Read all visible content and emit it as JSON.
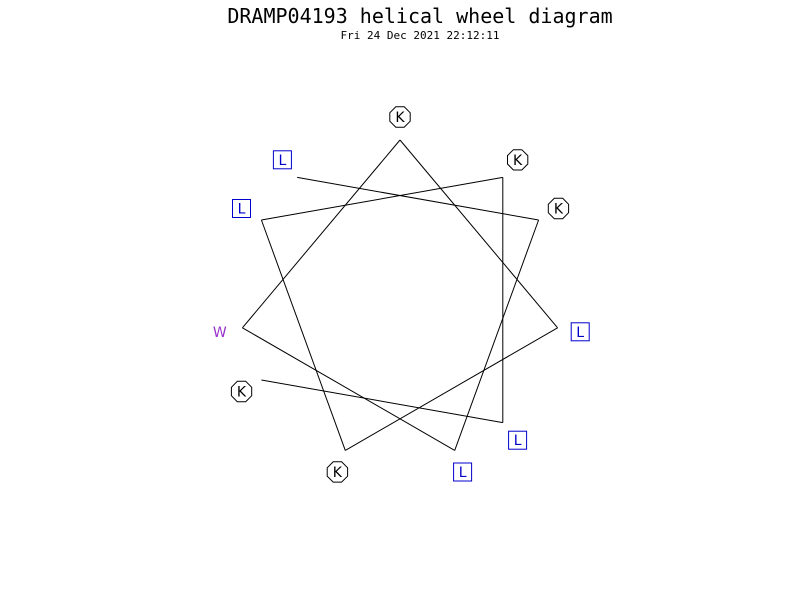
{
  "title": "DRAMP04193 helical wheel diagram",
  "timestamp": "Fri 24 Dec 2021 22:12:11",
  "colors": {
    "line": "#000000",
    "hydrophobic": "#0000cc",
    "charged": "#000000",
    "aromatic": "#9933cc"
  },
  "residues": [
    {
      "letter": "K",
      "shape": "octagon",
      "color": "#000000"
    },
    {
      "letter": "L",
      "shape": "square",
      "color": "#0000cc"
    },
    {
      "letter": "K",
      "shape": "octagon",
      "color": "#000000"
    },
    {
      "letter": "L",
      "shape": "square",
      "color": "#0000cc"
    },
    {
      "letter": "K",
      "shape": "octagon",
      "color": "#000000"
    },
    {
      "letter": "L",
      "shape": "square",
      "color": "#0000cc"
    },
    {
      "letter": "K",
      "shape": "octagon",
      "color": "#000000"
    },
    {
      "letter": "W",
      "shape": "none",
      "color": "#9933cc"
    },
    {
      "letter": "L",
      "shape": "square",
      "color": "#0000cc"
    },
    {
      "letter": "K",
      "shape": "octagon",
      "color": "#000000"
    },
    {
      "letter": "L",
      "shape": "square",
      "color": "#0000cc"
    }
  ]
}
